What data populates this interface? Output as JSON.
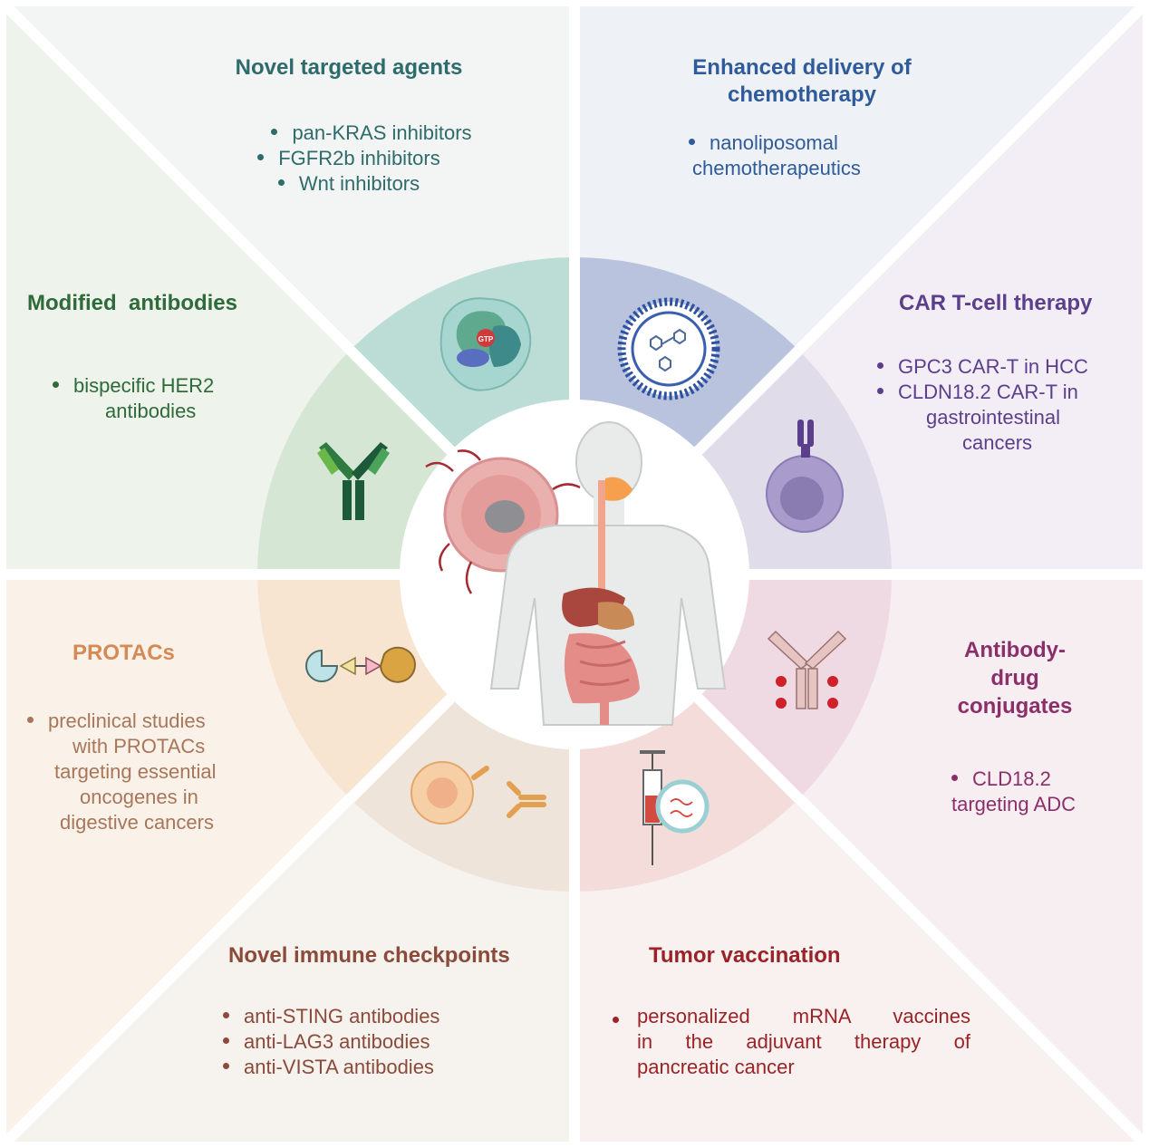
{
  "colors": {
    "novel_targeted": "#2e6b6b",
    "chemo": "#2f5b9a",
    "car_t": "#5b3f8c",
    "adc": "#8b2f6b",
    "vaccine": "#9b2226",
    "checkpoint": "#8b4a3a",
    "protac": "#d58a55",
    "antibodies": "#2e6a3a"
  },
  "panels": {
    "novel_targeted_agents": {
      "title": "Novel targeted agents",
      "items": [
        "pan-KRAS inhibitors",
        "FGFR2b inhibitors",
        "Wnt inhibitors"
      ]
    },
    "enhanced_delivery": {
      "title_line1": "Enhanced delivery of",
      "title_line2": "chemotherapy",
      "items_line1": "nanoliposomal",
      "items_line2": "chemotherapeutics"
    },
    "car_t": {
      "title": "CAR T-cell therapy",
      "item1": "GPC3 CAR-T in HCC",
      "item2_line1": "CLDN18.2 CAR-T in",
      "item2_line2": "gastrointestinal",
      "item2_line3": "cancers"
    },
    "adc": {
      "title_line1": "Antibody-",
      "title_line2": "drug",
      "title_line3": "conjugates",
      "item_line1": "CLD18.2",
      "item_line2": "targeting ADC"
    },
    "tumor_vaccination": {
      "title": "Tumor vaccination",
      "item_line1": "personalized mRNA vaccines",
      "item_line2": "in the adjuvant therapy of",
      "item_line3": "pancreatic cancer"
    },
    "immune_checkpoints": {
      "title": "Novel immune checkpoints",
      "items": [
        "anti-STING antibodies",
        "anti-LAG3 antibodies",
        "anti-VISTA antibodies"
      ]
    },
    "protacs": {
      "title": "PROTACs",
      "item_line1": "preclinical studies",
      "item_line2": "with PROTACs",
      "item_line3": "targeting essential",
      "item_line4": "oncogenes in",
      "item_line5": "digestive cancers"
    },
    "modified_antibodies": {
      "title": "Modified  antibodies",
      "item_line1": "bispecific HER2",
      "item_line2": "antibodies"
    }
  },
  "center_label": "GTP"
}
